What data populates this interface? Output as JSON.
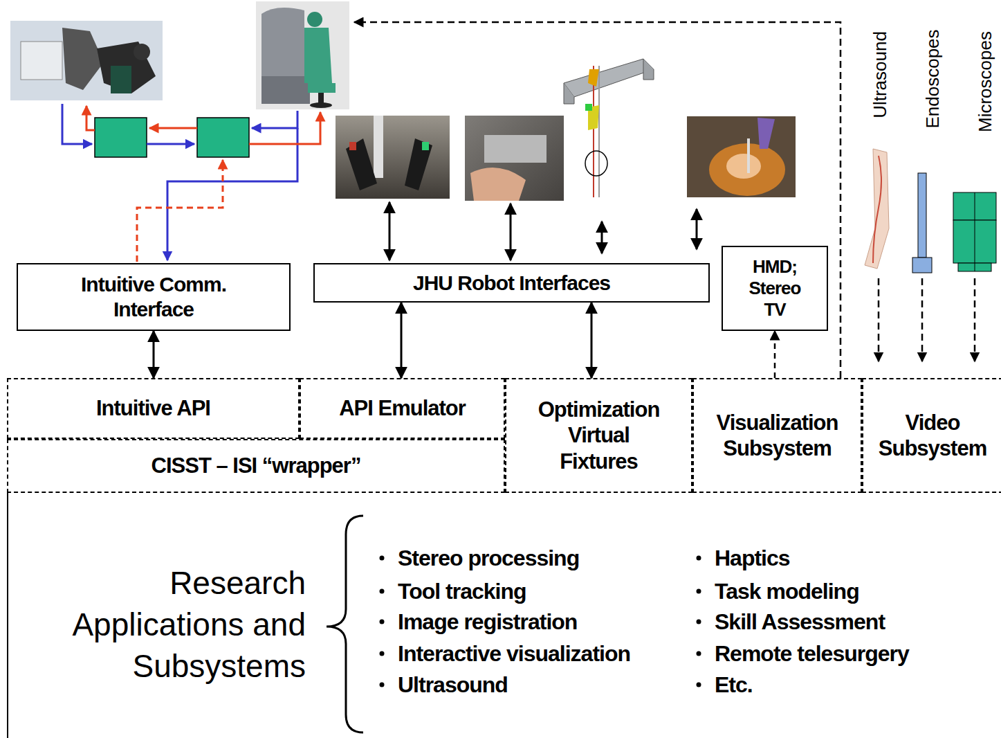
{
  "diagram": {
    "nodes": [
      {
        "text": [
          "Intuitive Comm. Interface"
        ]
      },
      {
        "text": [
          "JHU Robot Interfaces"
        ]
      },
      {
        "text": [
          "HMD; Stereo TV"
        ]
      },
      {
        "text": [
          "Intuitive API"
        ]
      },
      {
        "text": [
          "API Emulator"
        ]
      },
      {
        "text": [
          "Optimization Virtual Fixtures"
        ]
      },
      {
        "text": [
          "Visualization Subsystem"
        ]
      },
      {
        "text": [
          "Video Subsystem"
        ]
      },
      {
        "text": [
          "CISST – ISI “wrapper”"
        ]
      }
    ],
    "edges": [
      {
        "from": 0,
        "to": 3,
        "arrow": "both"
      },
      {
        "from": 1,
        "to": 4,
        "arrow": "both"
      },
      {
        "from": 1,
        "to": 5,
        "arrow": "both"
      },
      {
        "from": 6,
        "to": 2,
        "arrow": "to"
      }
    ],
    "labels": [
      "Ultrasound",
      "Endoscopes",
      "Microscopes",
      "Research Applications and Subsystems",
      "Stereo processing",
      "Tool tracking",
      "Image registration",
      "Interactive visualization",
      "Ultrasound",
      "Haptics",
      "Task modeling",
      "Skill Assessment",
      "Remote telesurgery",
      "Etc."
    ]
  }
}
